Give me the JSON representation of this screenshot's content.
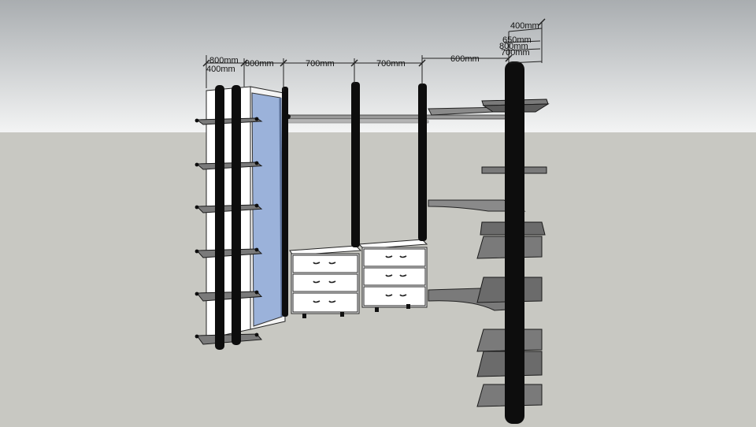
{
  "colors": {
    "sky_top": "#a9adb0",
    "sky_bottom": "#f3f4f4",
    "ground": "#c8c8c2",
    "post": "#0d0d0d",
    "shelf": "#7a7a7a",
    "shelf_edge": "#1a1a1a",
    "mirror": "#9bb2da",
    "drawer": "#ffffff",
    "rail": "#9a9a9a"
  },
  "dimensions": {
    "left_width_1": "800mm",
    "left_depth": "400mm",
    "left_width_2": "800mm",
    "bay_1": "700mm",
    "bay_2": "700mm",
    "bay_3": "600mm",
    "right_400": "400mm",
    "right_650": "650mm",
    "right_800": "800mm",
    "right_700": "700mm"
  }
}
